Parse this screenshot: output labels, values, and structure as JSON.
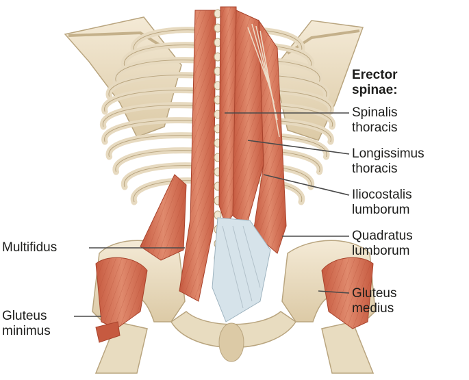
{
  "heading": {
    "line1": "Erector",
    "line2": "spinae:"
  },
  "labels": {
    "spinalis": {
      "line1": "Spinalis",
      "line2": "thoracis"
    },
    "longissimus": {
      "line1": "Longissimus",
      "line2": "thoracis"
    },
    "iliocostalis": {
      "line1": "Iliocostalis",
      "line2": "lumborum"
    },
    "quadratus": {
      "line1": "Quadratus",
      "line2": "lumborum"
    },
    "gluteus_medius": {
      "line1": "Gluteus",
      "line2": "medius"
    },
    "multifidus": {
      "line1": "Multifidus"
    },
    "gluteus_minimus": {
      "line1": "Gluteus",
      "line2": "minimus"
    }
  },
  "colors": {
    "muscle": "#d96f55",
    "muscle_dark": "#b9482f",
    "bone": "#efe3cb",
    "bone_shade": "#cdbb98",
    "fascia": "#d6e3ea",
    "leader": "#4a4a4a"
  }
}
